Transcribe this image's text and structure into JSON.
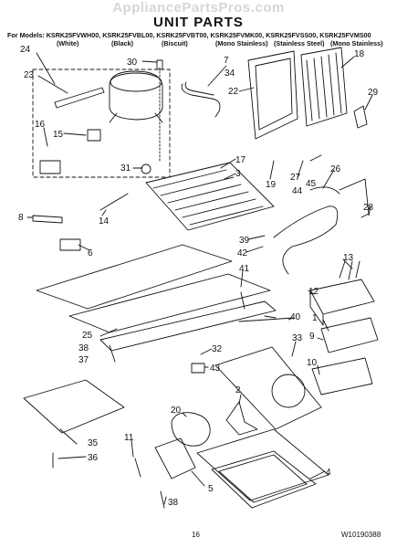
{
  "watermark": "AppliancePartsPros.com",
  "title": "UNIT PARTS",
  "models_line": "For Models: KSRK25FVWH00, KSRK25FVBL00, KSRK25FVBT00, KSRK25FVMK00, KSRK25FVSS00, KSRK25FVMS00",
  "colors": [
    "(White)",
    "(Black)",
    "(Biscuit)",
    "(Mono Stainless)",
    "(Stainless Steel)",
    "(Mono Stainless)"
  ],
  "page_number": "16",
  "doc_code": "W10190388",
  "callouts": [
    "1",
    "2",
    "3",
    "4",
    "5",
    "6",
    "7",
    "8",
    "9",
    "10",
    "11",
    "12",
    "13",
    "14",
    "15",
    "16",
    "17",
    "18",
    "19",
    "20",
    "22",
    "23",
    "24",
    "25",
    "26",
    "27",
    "28",
    "29",
    "30",
    "31",
    "32",
    "33",
    "34",
    "35",
    "36",
    "37",
    "38",
    "38",
    "39",
    "40",
    "41",
    "42",
    "43",
    "44",
    "45"
  ]
}
